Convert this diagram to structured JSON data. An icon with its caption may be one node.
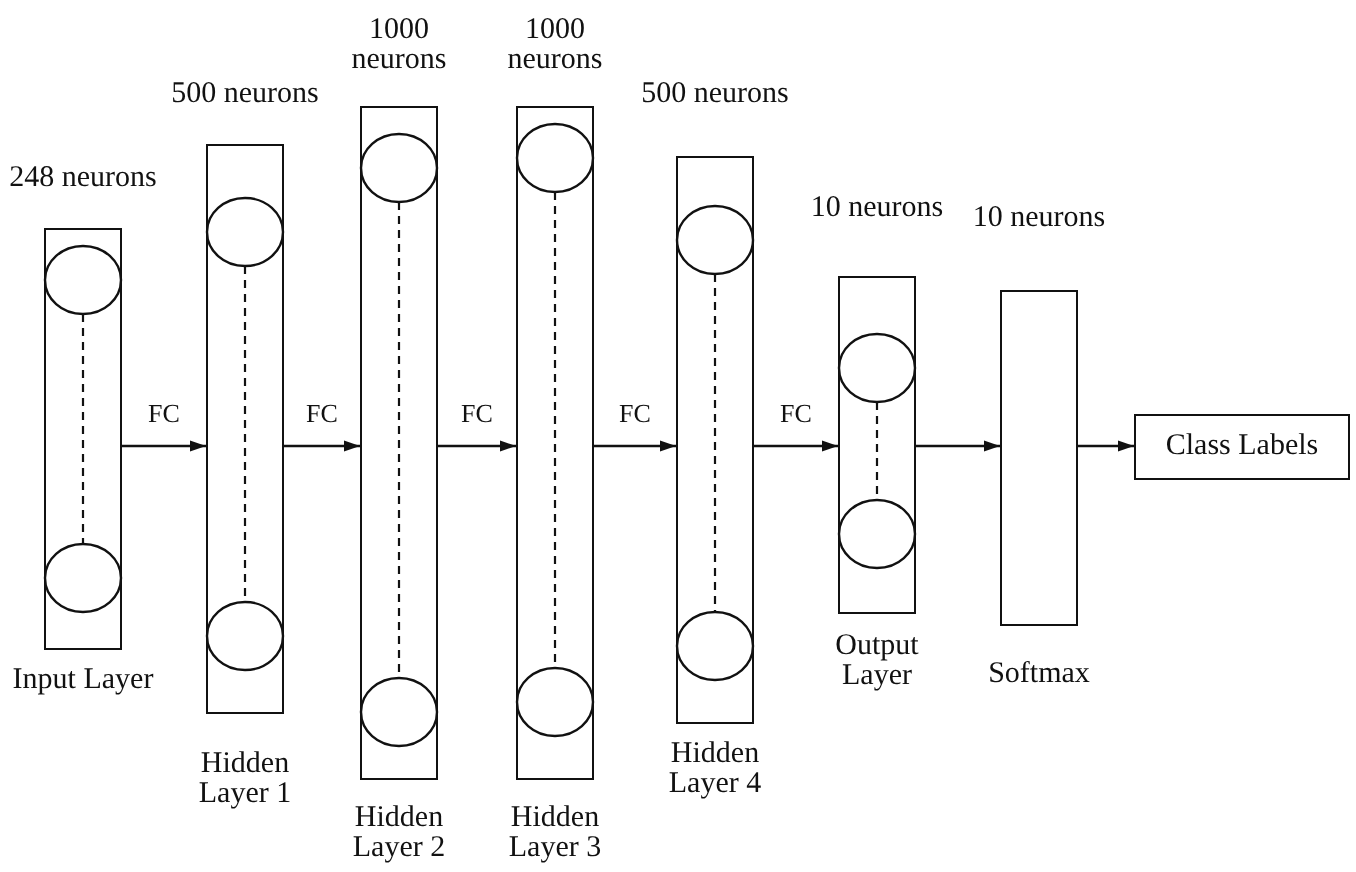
{
  "diagram": {
    "nodes": [
      {
        "text": [
          "248 neurons",
          "Input Layer"
        ]
      },
      {
        "text": [
          "500 neurons",
          "Hidden Layer 1"
        ]
      },
      {
        "text": [
          "1000 neurons",
          "Hidden Layer 2"
        ]
      },
      {
        "text": [
          "1000 neurons",
          "Hidden Layer 3"
        ]
      },
      {
        "text": [
          "500 neurons",
          "Hidden Layer 4"
        ]
      },
      {
        "text": [
          "10 neurons",
          "Output Layer"
        ]
      },
      {
        "text": [
          "10 neurons",
          "Softmax"
        ]
      },
      {
        "text": [
          "Class Labels"
        ]
      }
    ],
    "edges": [
      {
        "from": 0,
        "to": 1,
        "arrow": "to",
        "label": "FC"
      },
      {
        "from": 1,
        "to": 2,
        "arrow": "to",
        "label": "FC"
      },
      {
        "from": 2,
        "to": 3,
        "arrow": "to",
        "label": "FC"
      },
      {
        "from": 3,
        "to": 4,
        "arrow": "to",
        "label": "FC"
      },
      {
        "from": 4,
        "to": 5,
        "arrow": "to",
        "label": "FC"
      },
      {
        "from": 5,
        "to": 6,
        "arrow": "to"
      },
      {
        "from": 6,
        "to": 7,
        "arrow": "to"
      }
    ]
  }
}
